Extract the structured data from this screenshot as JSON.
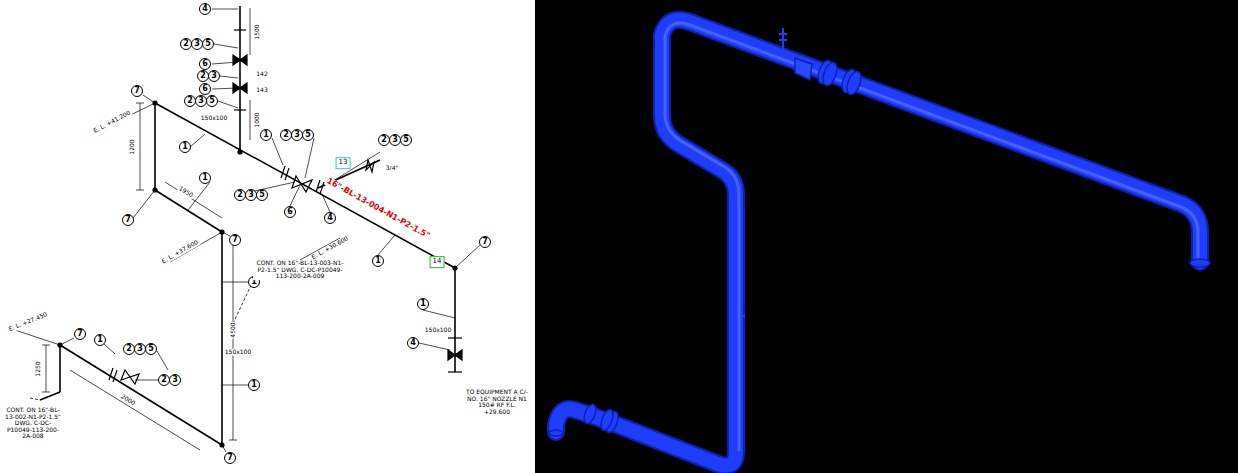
{
  "diagram": {
    "nodes": [
      {
        "text": [
          "4"
        ]
      },
      {
        "text": [
          "2"
        ]
      },
      {
        "text": [
          "3"
        ]
      },
      {
        "text": [
          "5"
        ]
      },
      {
        "text": [
          "6"
        ]
      },
      {
        "text": [
          "2"
        ]
      },
      {
        "text": [
          "3"
        ]
      },
      {
        "text": [
          "6"
        ]
      },
      {
        "text": [
          "2"
        ]
      },
      {
        "text": [
          "3"
        ]
      },
      {
        "text": [
          "5"
        ]
      },
      {
        "text": [
          "7"
        ]
      },
      {
        "text": [
          "1"
        ]
      },
      {
        "text": [
          "1"
        ]
      },
      {
        "text": [
          "2"
        ]
      },
      {
        "text": [
          "3"
        ]
      },
      {
        "text": [
          "5"
        ]
      },
      {
        "text": [
          "2"
        ]
      },
      {
        "text": [
          "3"
        ]
      },
      {
        "text": [
          "5"
        ]
      },
      {
        "text": [
          "2"
        ]
      },
      {
        "text": [
          "3"
        ]
      },
      {
        "text": [
          "5"
        ]
      },
      {
        "text": [
          "1"
        ]
      },
      {
        "text": [
          "7"
        ]
      },
      {
        "text": [
          "7"
        ]
      },
      {
        "text": [
          "1"
        ]
      },
      {
        "text": [
          "1"
        ]
      },
      {
        "text": [
          "7"
        ]
      },
      {
        "text": [
          "1"
        ]
      },
      {
        "text": [
          "2"
        ]
      },
      {
        "text": [
          "3"
        ]
      },
      {
        "text": [
          "5"
        ]
      },
      {
        "text": [
          "2"
        ]
      },
      {
        "text": [
          "3"
        ]
      },
      {
        "text": [
          "1"
        ]
      },
      {
        "text": [
          "7"
        ]
      },
      {
        "text": [
          "1"
        ]
      },
      {
        "text": [
          "4"
        ]
      },
      {
        "text": [
          "6"
        ]
      },
      {
        "text": [
          "4"
        ]
      },
      {
        "text": [
          "7"
        ]
      }
    ],
    "labels": [
      "E. L. +41.200",
      "E. L. +37.600",
      "1200",
      "1950",
      "4500",
      "E. L. +30.600",
      "16\"-BL-13-004-N1-P2-1.5\"",
      "13",
      "14",
      "3/4\"",
      "CONT. ON 16\"-BL-13-003-N1-P2-1.5\" DWG. C-DC-P10049-113-200-2A-009",
      "E. L. +27.450",
      "1250",
      "150x100",
      "150x100",
      "TO EQUIPMENT A C/- NO. 16\" NOZZLE N1 150# RF F.L. +29.600",
      "142",
      "143",
      "150x100",
      "2000",
      "CONT. ON 16\"-BL-13-002-N1-P2-1.5\" DWG. C-DC-P10049-113-200-2A-008",
      "1500",
      "1000"
    ]
  }
}
